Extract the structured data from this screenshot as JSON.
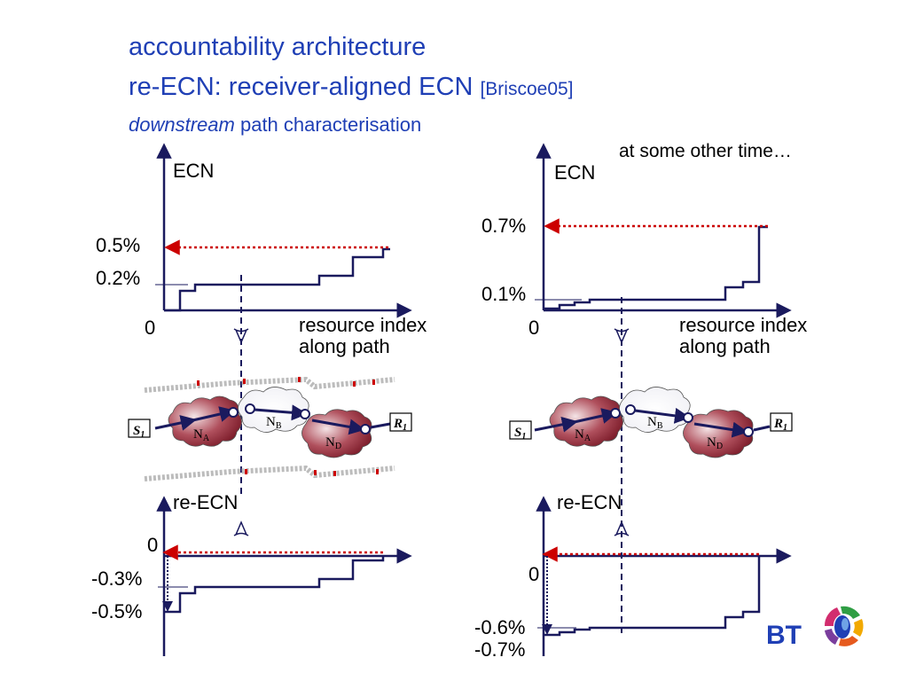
{
  "title": {
    "line1": "accountability architecture",
    "line2_main": "re-ECN: receiver-aligned ECN",
    "line2_ref": "[Briscoe05]",
    "line3_italic": "downstream",
    "line3_rest": "path characterisation"
  },
  "left_panel": {
    "ecn_axis_label": "ECN",
    "ecn_top_value": "0.5%",
    "ecn_mid_value": "0.2%",
    "ecn_zero": "0",
    "x_label_line1": "resource index",
    "x_label_line2": "along path",
    "reecn_axis_label": "re-ECN",
    "reecn_zero": "0",
    "reecn_mid_value": "-0.3%",
    "reecn_bottom_value": "-0.5%"
  },
  "right_panel": {
    "caption": "at some other time…",
    "ecn_axis_label": "ECN",
    "ecn_top_value": "0.7%",
    "ecn_mid_value": "0.1%",
    "ecn_zero": "0",
    "x_label_line1": "resource index",
    "x_label_line2": "along path",
    "reecn_axis_label": "re-ECN",
    "reecn_zero": "0",
    "reecn_mid_value": "-0.6%",
    "reecn_bottom_value": "-0.7%"
  },
  "network": {
    "sender": "S",
    "sender_sub": "1",
    "receiver": "R",
    "receiver_sub": "1",
    "node_a": "N",
    "node_a_sub": "A",
    "node_b": "N",
    "node_b_sub": "B",
    "node_d": "N",
    "node_d_sub": "D"
  },
  "colors": {
    "title_blue": "#1f3fb5",
    "axis": "#1a1a5e",
    "arrow_red": "#cc0000",
    "cloud_dark": "#8b2332",
    "bt_blue": "#1f3fb5"
  },
  "logo": {
    "text": "BT"
  }
}
